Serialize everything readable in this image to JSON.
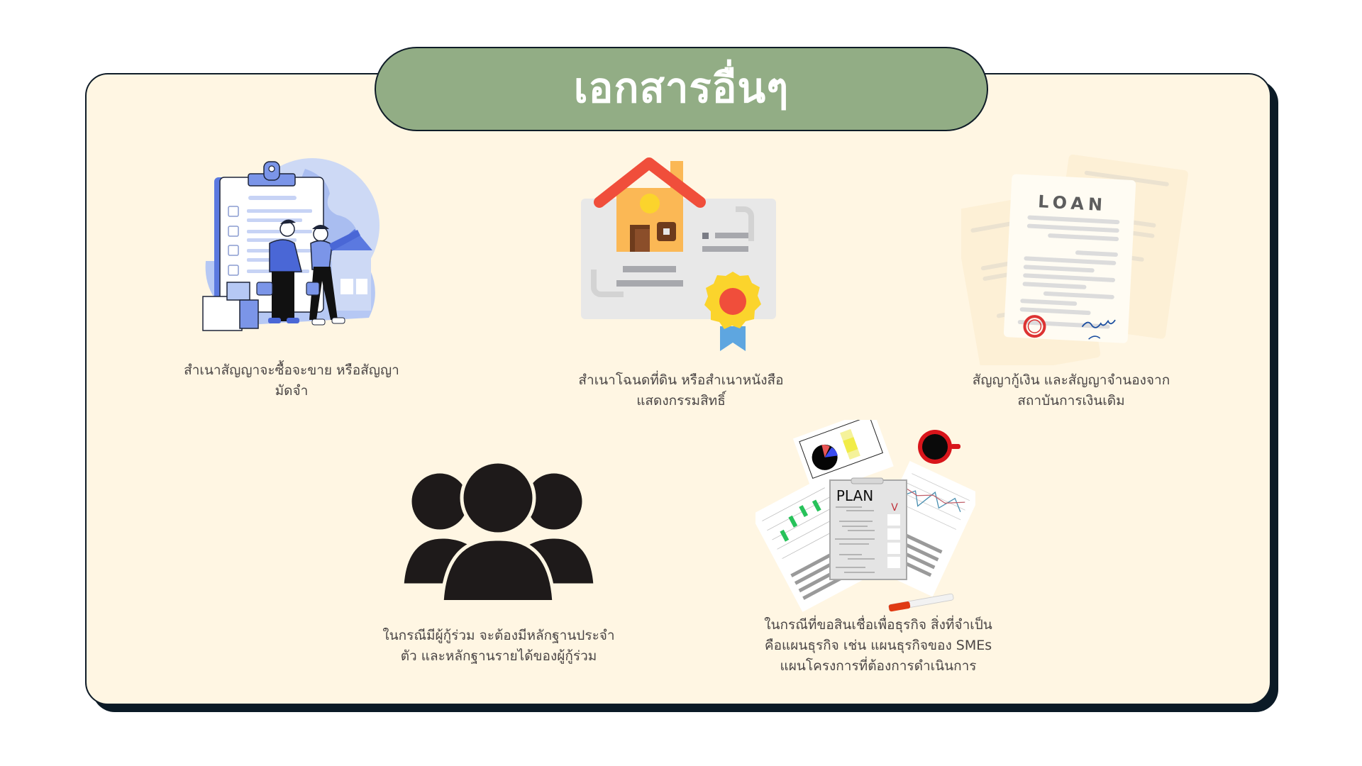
{
  "header": {
    "title": "เอกสารอื่นๆ"
  },
  "colors": {
    "title_pill": "#92ad85",
    "card_background": "#fff6e3",
    "card_border": "#0f1c28",
    "caption_text": "#4a4545"
  },
  "items": [
    {
      "icon": "contract-handshake-illustration",
      "lines": [
        "สำเนาสัญญาจะซื้อจะขาย หรือสัญญา",
        "มัดจำ"
      ]
    },
    {
      "icon": "house-deed-certificate-illustration",
      "lines": [
        "สำเนาโฉนดที่ดิน หรือสำเนาหนังสือ",
        "แสดงกรรมสิทธิ์"
      ]
    },
    {
      "icon": "loan-document-illustration",
      "label_on_image": "LOAN",
      "lines": [
        "สัญญากู้เงิน และสัญญาจำนองจาก",
        "สถาบันการเงินเดิม"
      ]
    },
    {
      "icon": "group-people-icon",
      "lines": [
        "ในกรณีมีผู้กู้ร่วม จะต้องมีหลักฐานประจำ",
        "ตัว และหลักฐานรายได้ของผู้กู้ร่วม"
      ]
    },
    {
      "icon": "business-plan-illustration",
      "label_on_image": "PLAN",
      "check_mark": "V",
      "lines": [
        "ในกรณีที่ขอสินเชื่อเพื่อธุรกิจ สิ่งที่จำเป็น",
        "คือแผนธุรกิจ เช่น แผนธุรกิจของ SMEs",
        "แผนโครงการที่ต้องการดำเนินการ"
      ]
    }
  ]
}
